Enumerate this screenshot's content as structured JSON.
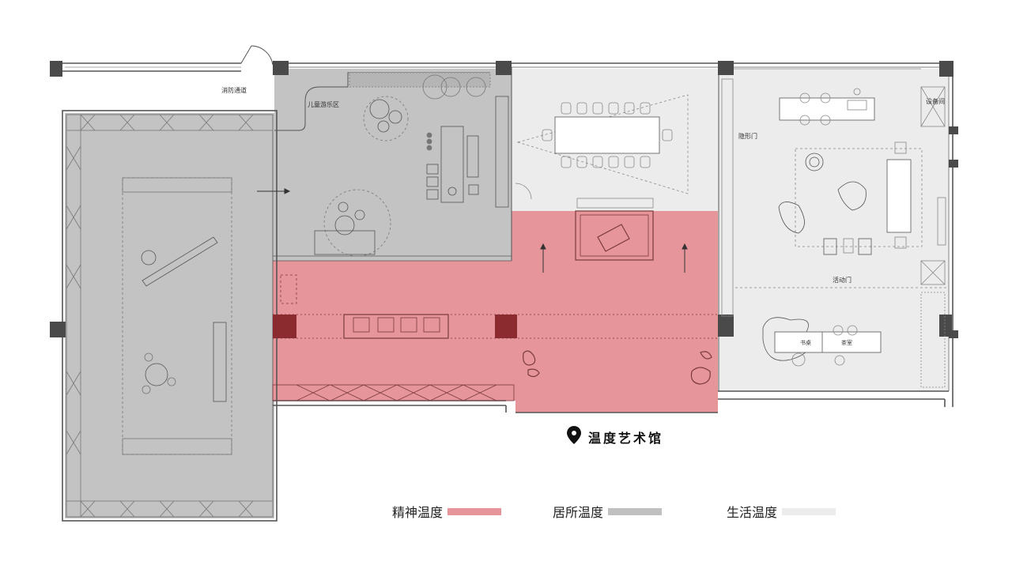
{
  "rooms": {
    "fire_exit": "消防通道",
    "kids_area": "儿童游乐区",
    "hidden_door": "隐形门",
    "equipment_room": "设备间",
    "sliding_door": "活动门",
    "desk": "书桌",
    "tea_table": "茶室"
  },
  "venue": {
    "name": "温度艺术馆",
    "pin_icon": "location-pin-icon"
  },
  "legend": [
    {
      "label": "精神温度",
      "color": "#e6959a"
    },
    {
      "label": "居所温度",
      "color": "#c0c0c0"
    },
    {
      "label": "生活温度",
      "color": "#ececec"
    }
  ],
  "colors": {
    "spirit_zone": "#e6959a",
    "home_zone": "#c3c3c3",
    "life_zone": "#ebebeb",
    "column_dark": "#8b2b30",
    "column_grey": "#4a4a4a"
  }
}
